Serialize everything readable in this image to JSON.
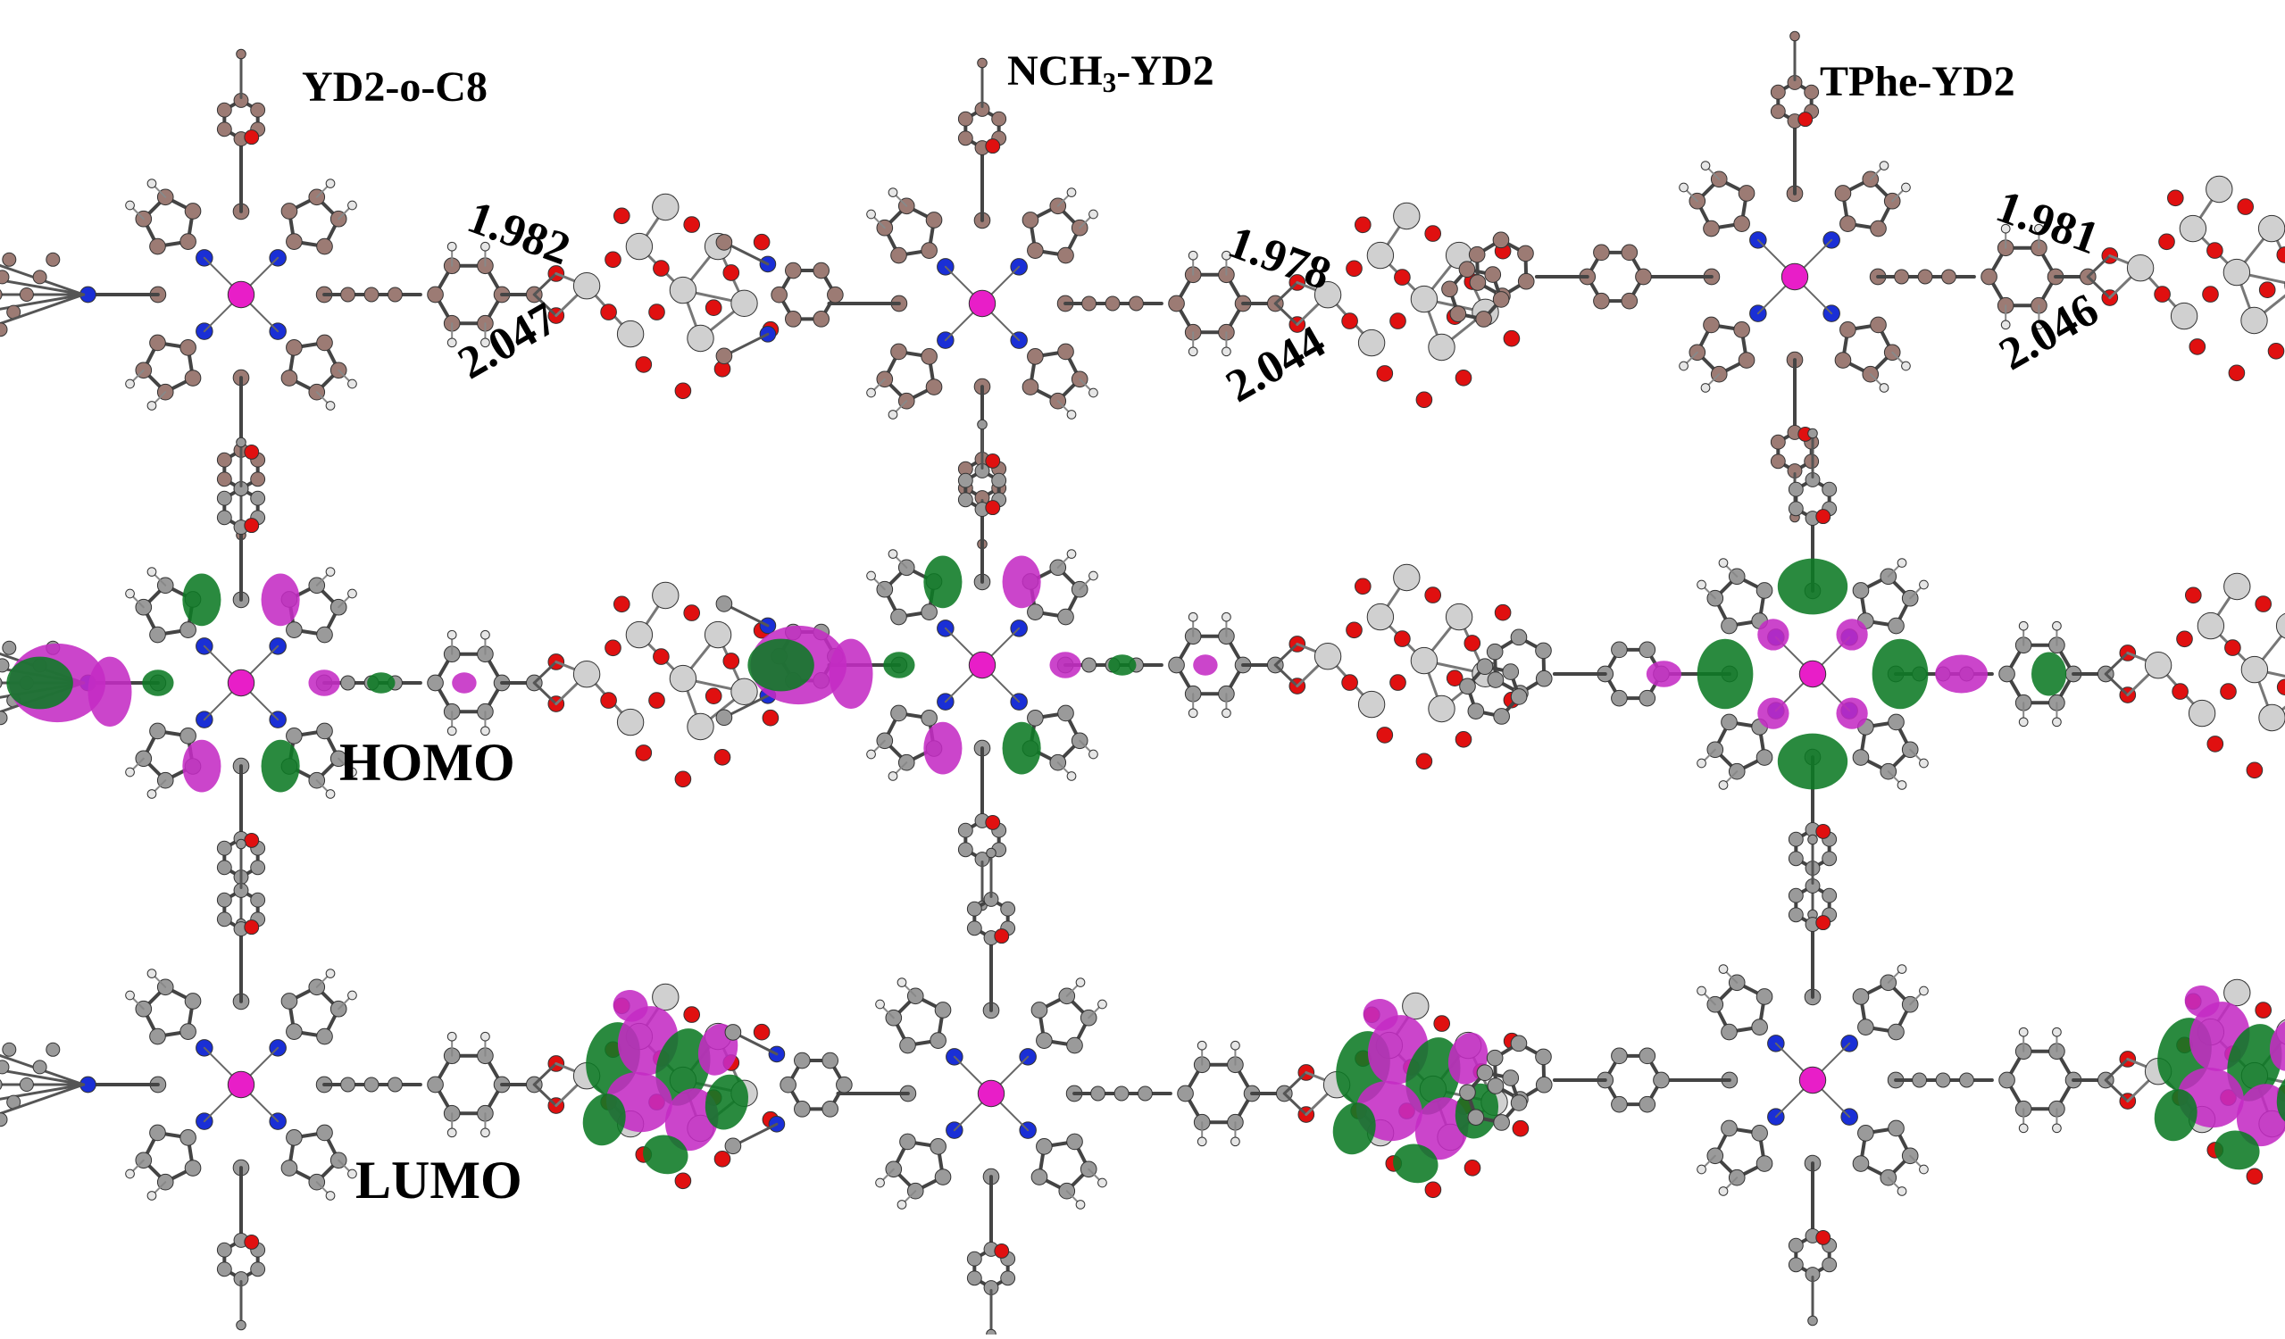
{
  "columns": [
    {
      "title": "YD2-o-C8",
      "bond_top": "1.982",
      "bond_bottom": "2.047"
    },
    {
      "title_pre": "NCH",
      "title_sub": "3",
      "title_post": "-YD2",
      "bond_top": "1.978",
      "bond_bottom": "2.044"
    },
    {
      "title": "TPhe-YD2",
      "bond_top": "1.981",
      "bond_bottom": "2.046"
    }
  ],
  "rows": {
    "homo_label": "HOMO",
    "lumo_label": "LUMO"
  },
  "colors": {
    "carbon_structure": "#9c7b74",
    "carbon_orbital": "#9a9a9a",
    "hydrogen": "#e6e6e6",
    "nitrogen": "#1a2fd6",
    "oxygen": "#e01010",
    "zinc": "#e81ec8",
    "titanium": "#d0d0d0",
    "lobe_green": "#0c7a24",
    "lobe_magenta": "#c42bc4"
  }
}
